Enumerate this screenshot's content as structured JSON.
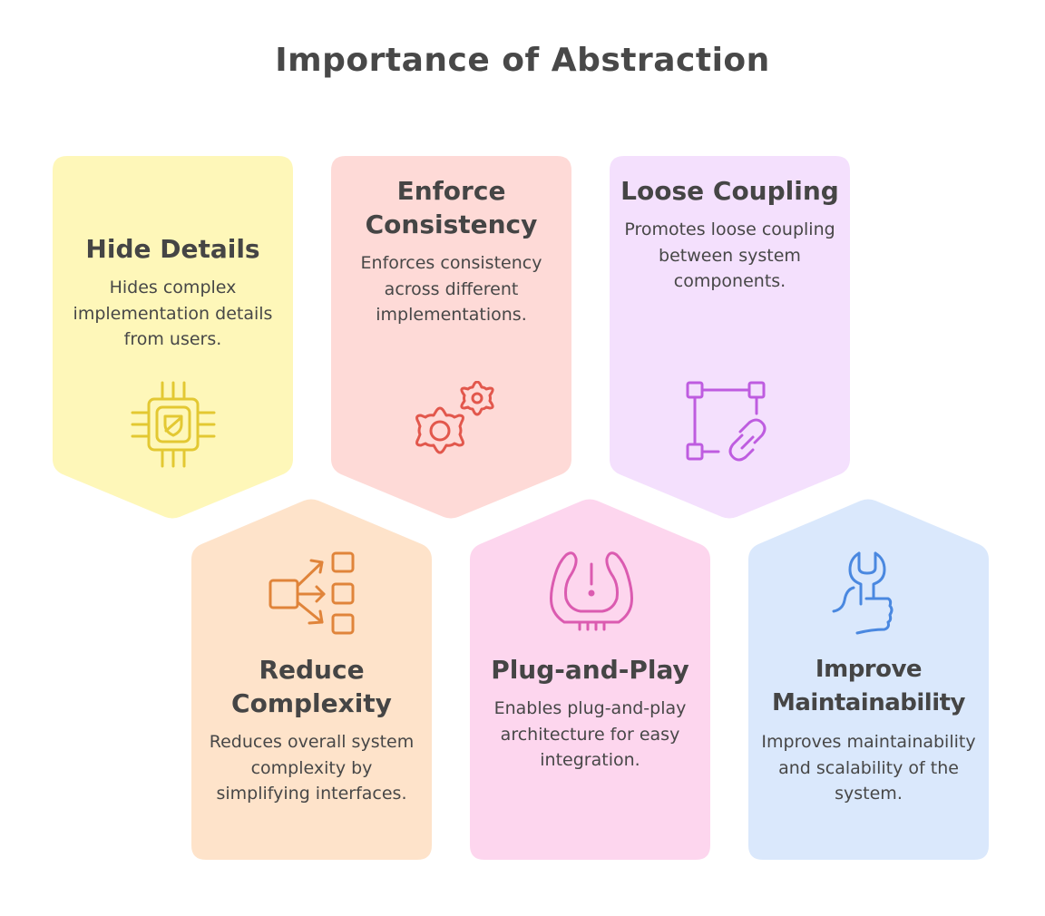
{
  "title": "Importance of Abstraction",
  "cards": [
    {
      "heading": "Hide Details",
      "description": "Hides complex implementation details from users.",
      "icon": "chip-shield-icon",
      "fill": "#FEF7B9",
      "stroke": "#E3C832"
    },
    {
      "heading": "Enforce Consistency",
      "description": "Enforces consistency across different implementations.",
      "icon": "gears-icon",
      "fill": "#FEDAD7",
      "stroke": "#E2574C"
    },
    {
      "heading": "Loose Coupling",
      "description": "Promotes loose coupling between system components.",
      "icon": "linked-nodes-icon",
      "fill": "#F4E0FD",
      "stroke": "#BE5CE0"
    },
    {
      "heading": "Reduce Complexity",
      "description": "Reduces overall system complexity by simplifying interfaces.",
      "icon": "distribute-arrows-icon",
      "fill": "#FEE3CA",
      "stroke": "#E0843A"
    },
    {
      "heading": "Plug-and-Play",
      "description": "Enables plug-and-play architecture for easy integration.",
      "icon": "sensor-alert-icon",
      "fill": "#FDD6EE",
      "stroke": "#DB5BB0"
    },
    {
      "heading": "Improve Maintainability",
      "description": "Improves maintainability and scalability of the system.",
      "icon": "hand-wrench-icon",
      "fill": "#DAE8FC",
      "stroke": "#4A88E0"
    }
  ]
}
